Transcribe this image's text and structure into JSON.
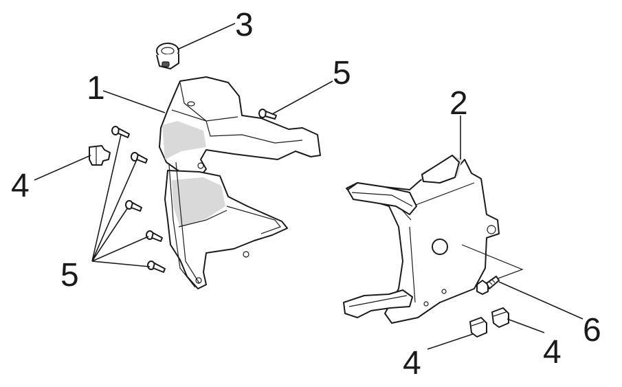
{
  "callouts": {
    "c1": "1",
    "c2": "2",
    "c3": "3",
    "c4a": "4",
    "c4b": "4",
    "c4c": "4",
    "c5a": "5",
    "c5b": "5",
    "c6": "6"
  }
}
